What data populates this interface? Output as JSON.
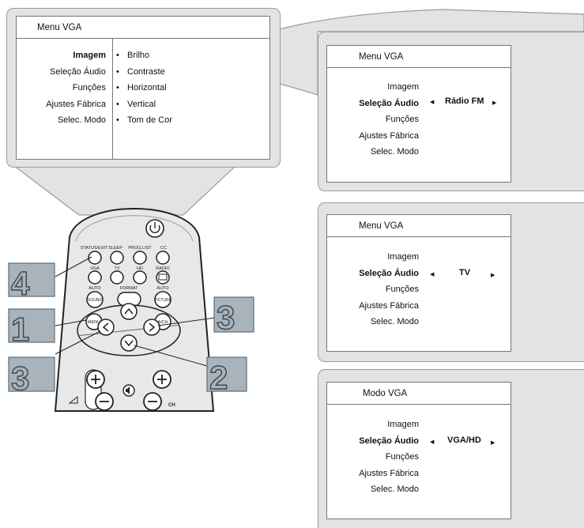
{
  "menu_main": {
    "title": "Menu VGA",
    "items": [
      "Imagem",
      "Seleção Áudio",
      "Funções",
      "Ajustes Fábrica",
      "Selec. Modo"
    ],
    "submenu": [
      "Brilho",
      "Contraste",
      "Horizontal",
      "Vertical",
      "Tom de Cor"
    ]
  },
  "panels": [
    {
      "title": "Menu VGA",
      "items": [
        "Imagem",
        "Seleção Áudio",
        "Funções",
        "Ajustes Fábrica",
        "Selec. Modo"
      ],
      "value": "Rádio FM"
    },
    {
      "title": "Menu VGA",
      "items": [
        "Imagem",
        "Seleção Áudio",
        "Funções",
        "Ajustes Fábrica",
        "Selec. Modo"
      ],
      "value": "TV"
    },
    {
      "title": "Modo VGA",
      "items": [
        "Imagem",
        "Seleção Áudio",
        "Funções",
        "Ajustes Fábrica",
        "Selec. Modo"
      ],
      "value": "VGA/HD"
    }
  ],
  "steps": {
    "s1": "1",
    "s2": "2",
    "s3a": "3",
    "s3b": "3",
    "s4": "4"
  },
  "remote": {
    "labels": {
      "status_exit": "STATUS/EXIT",
      "sleep": "SLEEP",
      "prog_list": "PROG.LIST",
      "cc": "CC",
      "vga": "VGA",
      "tv": "TV",
      "hd": "HD",
      "radio": "RADIO",
      "auto1": "AUTO",
      "sound": "SOUND",
      "format": "FORMAT",
      "auto2": "AUTO",
      "picture": "PICTURE",
      "menu": "MENU",
      "a_ch": "A/CH",
      "ch": "CH"
    },
    "icons": [
      "power-icon",
      "mute-icon",
      "volume-icon",
      "chevron-up-icon",
      "chevron-down-icon",
      "chevron-left-icon",
      "chevron-right-icon",
      "plus-icon",
      "minus-icon"
    ]
  },
  "colors": {
    "callout_bg": "#e3e3e3",
    "step_fill": "#a9b3bc",
    "step_stroke": "#6d7a86",
    "remote_body": "#e8e8e8"
  }
}
